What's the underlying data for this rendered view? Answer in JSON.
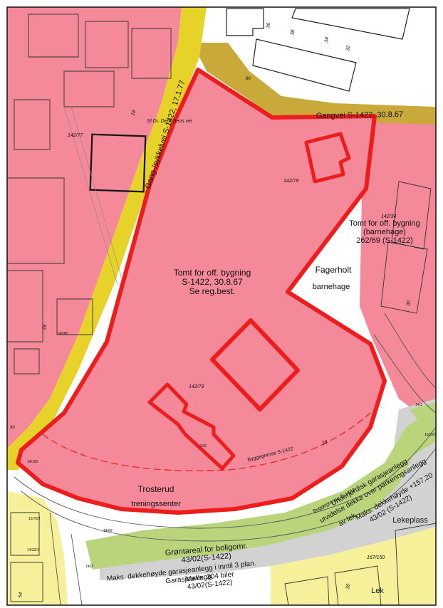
{
  "colors": {
    "zone_pink": "#f4899a",
    "zone_pink_light": "#f6a1ae",
    "path_yellow": "#e7d22a",
    "road_olive": "#c8a93a",
    "residential_yellow": "#f7f09a",
    "green_strip": "#b9d47b",
    "grey_area": "#d2d2d2",
    "boundary_red": "#ee1d1d",
    "line_dark": "#222222"
  },
  "labels": {
    "main_zone": [
      "Tomt for off. bygning",
      "S-1422, 30.8.67",
      "Se reg.best."
    ],
    "kindergarten_zone": [
      "Tomt for off. bygning",
      "(barnehage)",
      "262/69 (S-1422)"
    ],
    "fagerholt": [
      "Fagerholt",
      "barnehage"
    ],
    "gangvei": "Gangvei S-1422, 30.8.67",
    "gang_sykkelvei": "Gang-/sykkelvei S-1422, 17.1.77",
    "troste": [
      "Trosterud",
      "treningssenter"
    ],
    "byggegrense": "Byggegrense S-1422",
    "byggegrense2": "Byggegrense S-1422",
    "garage": [
      "Underjordisk garasjeanlegg",
      "utvidelse dekke over parkeringsanlegg",
      "av lek.",
      "Maks. dekkehøyde +157,20",
      "43/02 (S-1422)"
    ],
    "lekeplass": "Lekeplass",
    "lek": "Lek",
    "gronnt": [
      "Grøntareal for boligomr.",
      "43/02(S-1422)"
    ],
    "maks": [
      "Maks. dekkehøyde garasjeanlegg i inntil 3 plan.",
      "Maks. 304 biler",
      "43/02(S-1422)"
    ],
    "garasje2": "Garasjeanlegg",
    "parcel_142_79_a": "142/79",
    "parcel_142_79_b": "142/79",
    "parcel_142_77": "142/77",
    "parcel_142_34": "142/34",
    "parcel_167_150": "167/150",
    "street_name": "Sl Dr. Dedichens vei",
    "num_18": "18",
    "num_16": "16",
    "num_36": "36",
    "num_38": "38",
    "num_34": "34",
    "num_32": "32",
    "num_30": "30",
    "num_30b": "30",
    "num_28": "28",
    "num_54": "54",
    "num_80": "80",
    "num_90": "90",
    "small_a": "142/80",
    "small_b": "14/1",
    "small_c": "14/160",
    "small_d": "14/68",
    "small_e": "14/22/1",
    "small_f": "16/72/1",
    "small_g": "16/22/5",
    "small_h": "2/32",
    "small_i": "1422"
  }
}
